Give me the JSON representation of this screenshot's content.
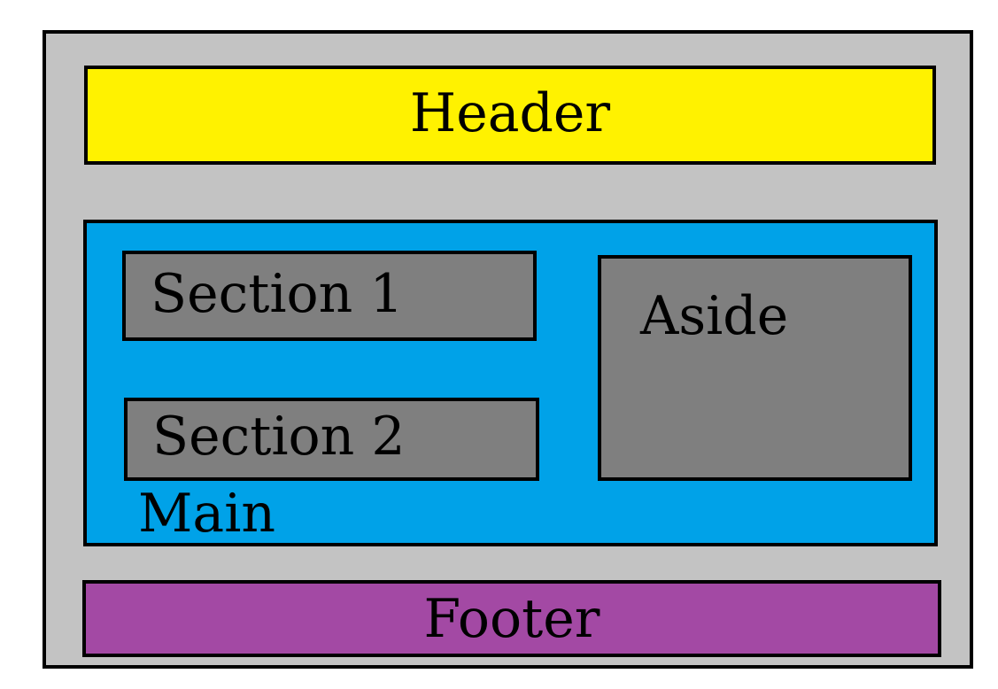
{
  "colors": {
    "background": "#ffffff",
    "outer": "#c3c3c3",
    "header": "#fff200",
    "main": "#00a2e8",
    "section": "#7f7f7f",
    "aside": "#7f7f7f",
    "footer": "#a349a4",
    "border": "#000000"
  },
  "header": {
    "label": "Header"
  },
  "main": {
    "label": "Main",
    "sections": [
      {
        "label": "Section 1"
      },
      {
        "label": "Section 2"
      }
    ],
    "aside": {
      "label": "Aside"
    }
  },
  "footer": {
    "label": "Footer"
  }
}
